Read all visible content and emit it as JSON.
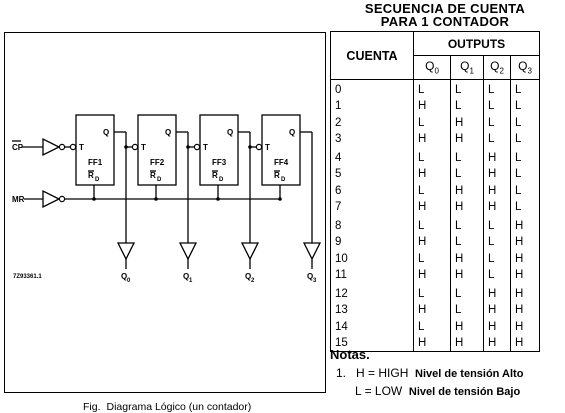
{
  "title_line1": "SECUENCIA DE CUENTA",
  "title_line2": "PARA 1 CONTADOR",
  "diagram": {
    "cp_label": "CP",
    "mr_label": "MR",
    "part_number": "7Z93361.1",
    "flipflops": [
      {
        "name": "FF1",
        "t": "T",
        "q": "Q",
        "rd": "RD"
      },
      {
        "name": "FF2",
        "t": "T",
        "q": "Q",
        "rd": "RD"
      },
      {
        "name": "FF3",
        "t": "T",
        "q": "Q",
        "rd": "RD"
      },
      {
        "name": "FF4",
        "t": "T",
        "q": "Q",
        "rd": "RD"
      }
    ],
    "outputs": [
      "Q0",
      "Q1",
      "Q2",
      "Q3"
    ],
    "caption_fig": "Fig.",
    "caption_text": "Diagrama Lógico (un contador)"
  },
  "table": {
    "cuenta_header": "CUENTA",
    "outputs_header": "OUTPUTS",
    "output_cols": [
      "Q0",
      "Q1",
      "Q2",
      "Q3"
    ],
    "rows": [
      {
        "count": "0",
        "q": [
          "L",
          "L",
          "L",
          "L"
        ]
      },
      {
        "count": "1",
        "q": [
          "H",
          "L",
          "L",
          "L"
        ]
      },
      {
        "count": "2",
        "q": [
          "L",
          "H",
          "L",
          "L"
        ]
      },
      {
        "count": "3",
        "q": [
          "H",
          "H",
          "L",
          "L"
        ]
      },
      {
        "count": "4",
        "q": [
          "L",
          "L",
          "H",
          "L"
        ]
      },
      {
        "count": "5",
        "q": [
          "H",
          "L",
          "H",
          "L"
        ]
      },
      {
        "count": "6",
        "q": [
          "L",
          "H",
          "H",
          "L"
        ]
      },
      {
        "count": "7",
        "q": [
          "H",
          "H",
          "H",
          "L"
        ]
      },
      {
        "count": "8",
        "q": [
          "L",
          "L",
          "L",
          "H"
        ]
      },
      {
        "count": "9",
        "q": [
          "H",
          "L",
          "L",
          "H"
        ]
      },
      {
        "count": "10",
        "q": [
          "L",
          "H",
          "L",
          "H"
        ]
      },
      {
        "count": "11",
        "q": [
          "H",
          "H",
          "L",
          "H"
        ]
      },
      {
        "count": "12",
        "q": [
          "L",
          "L",
          "H",
          "H"
        ]
      },
      {
        "count": "13",
        "q": [
          "H",
          "L",
          "H",
          "H"
        ]
      },
      {
        "count": "14",
        "q": [
          "L",
          "H",
          "H",
          "H"
        ]
      },
      {
        "count": "15",
        "q": [
          "H",
          "H",
          "H",
          "H"
        ]
      }
    ]
  },
  "notes": {
    "title": "Notas.",
    "n1_num": "1.",
    "n1_code": "H = HIGH",
    "n1_desc": "Nivel de tensión Alto",
    "n2_code": "L = LOW",
    "n2_desc": "Nivel de tensión Bajo"
  }
}
